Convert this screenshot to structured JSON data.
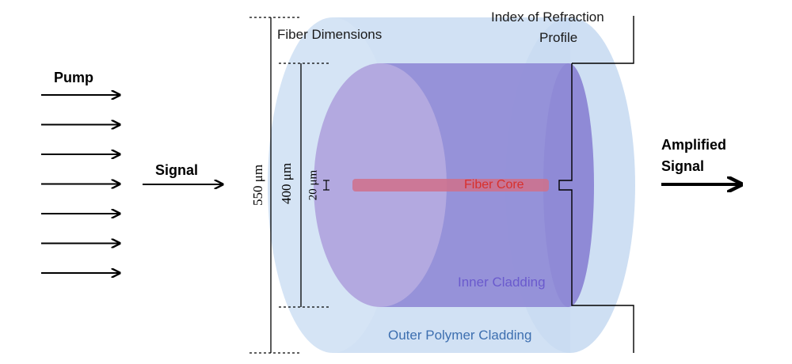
{
  "labels": {
    "pump": "Pump",
    "signal": "Signal",
    "amplified_line1": "Amplified",
    "amplified_line2": "Signal",
    "fiber_dimensions": "Fiber Dimensions",
    "index_line1": "Index of Refraction",
    "index_line2": "Profile",
    "dim_outer": "550 μm",
    "dim_inner": "400 μm",
    "dim_core": "20 μm",
    "fiber_core": "Fiber Core",
    "inner_cladding": "Inner Cladding",
    "outer_cladding": "Outer Polymer Cladding"
  },
  "colors": {
    "outer_cladding": "#c9dcf2",
    "inner_cladding": "#8f8ad6",
    "inner_face": "#b3a9e0",
    "core": "#d0708a",
    "core_text": "#d8302c",
    "inner_text": "#6a5acd",
    "outer_text": "#3d6fb0",
    "arrow": "#000000"
  },
  "pump_arrow_count": 7
}
